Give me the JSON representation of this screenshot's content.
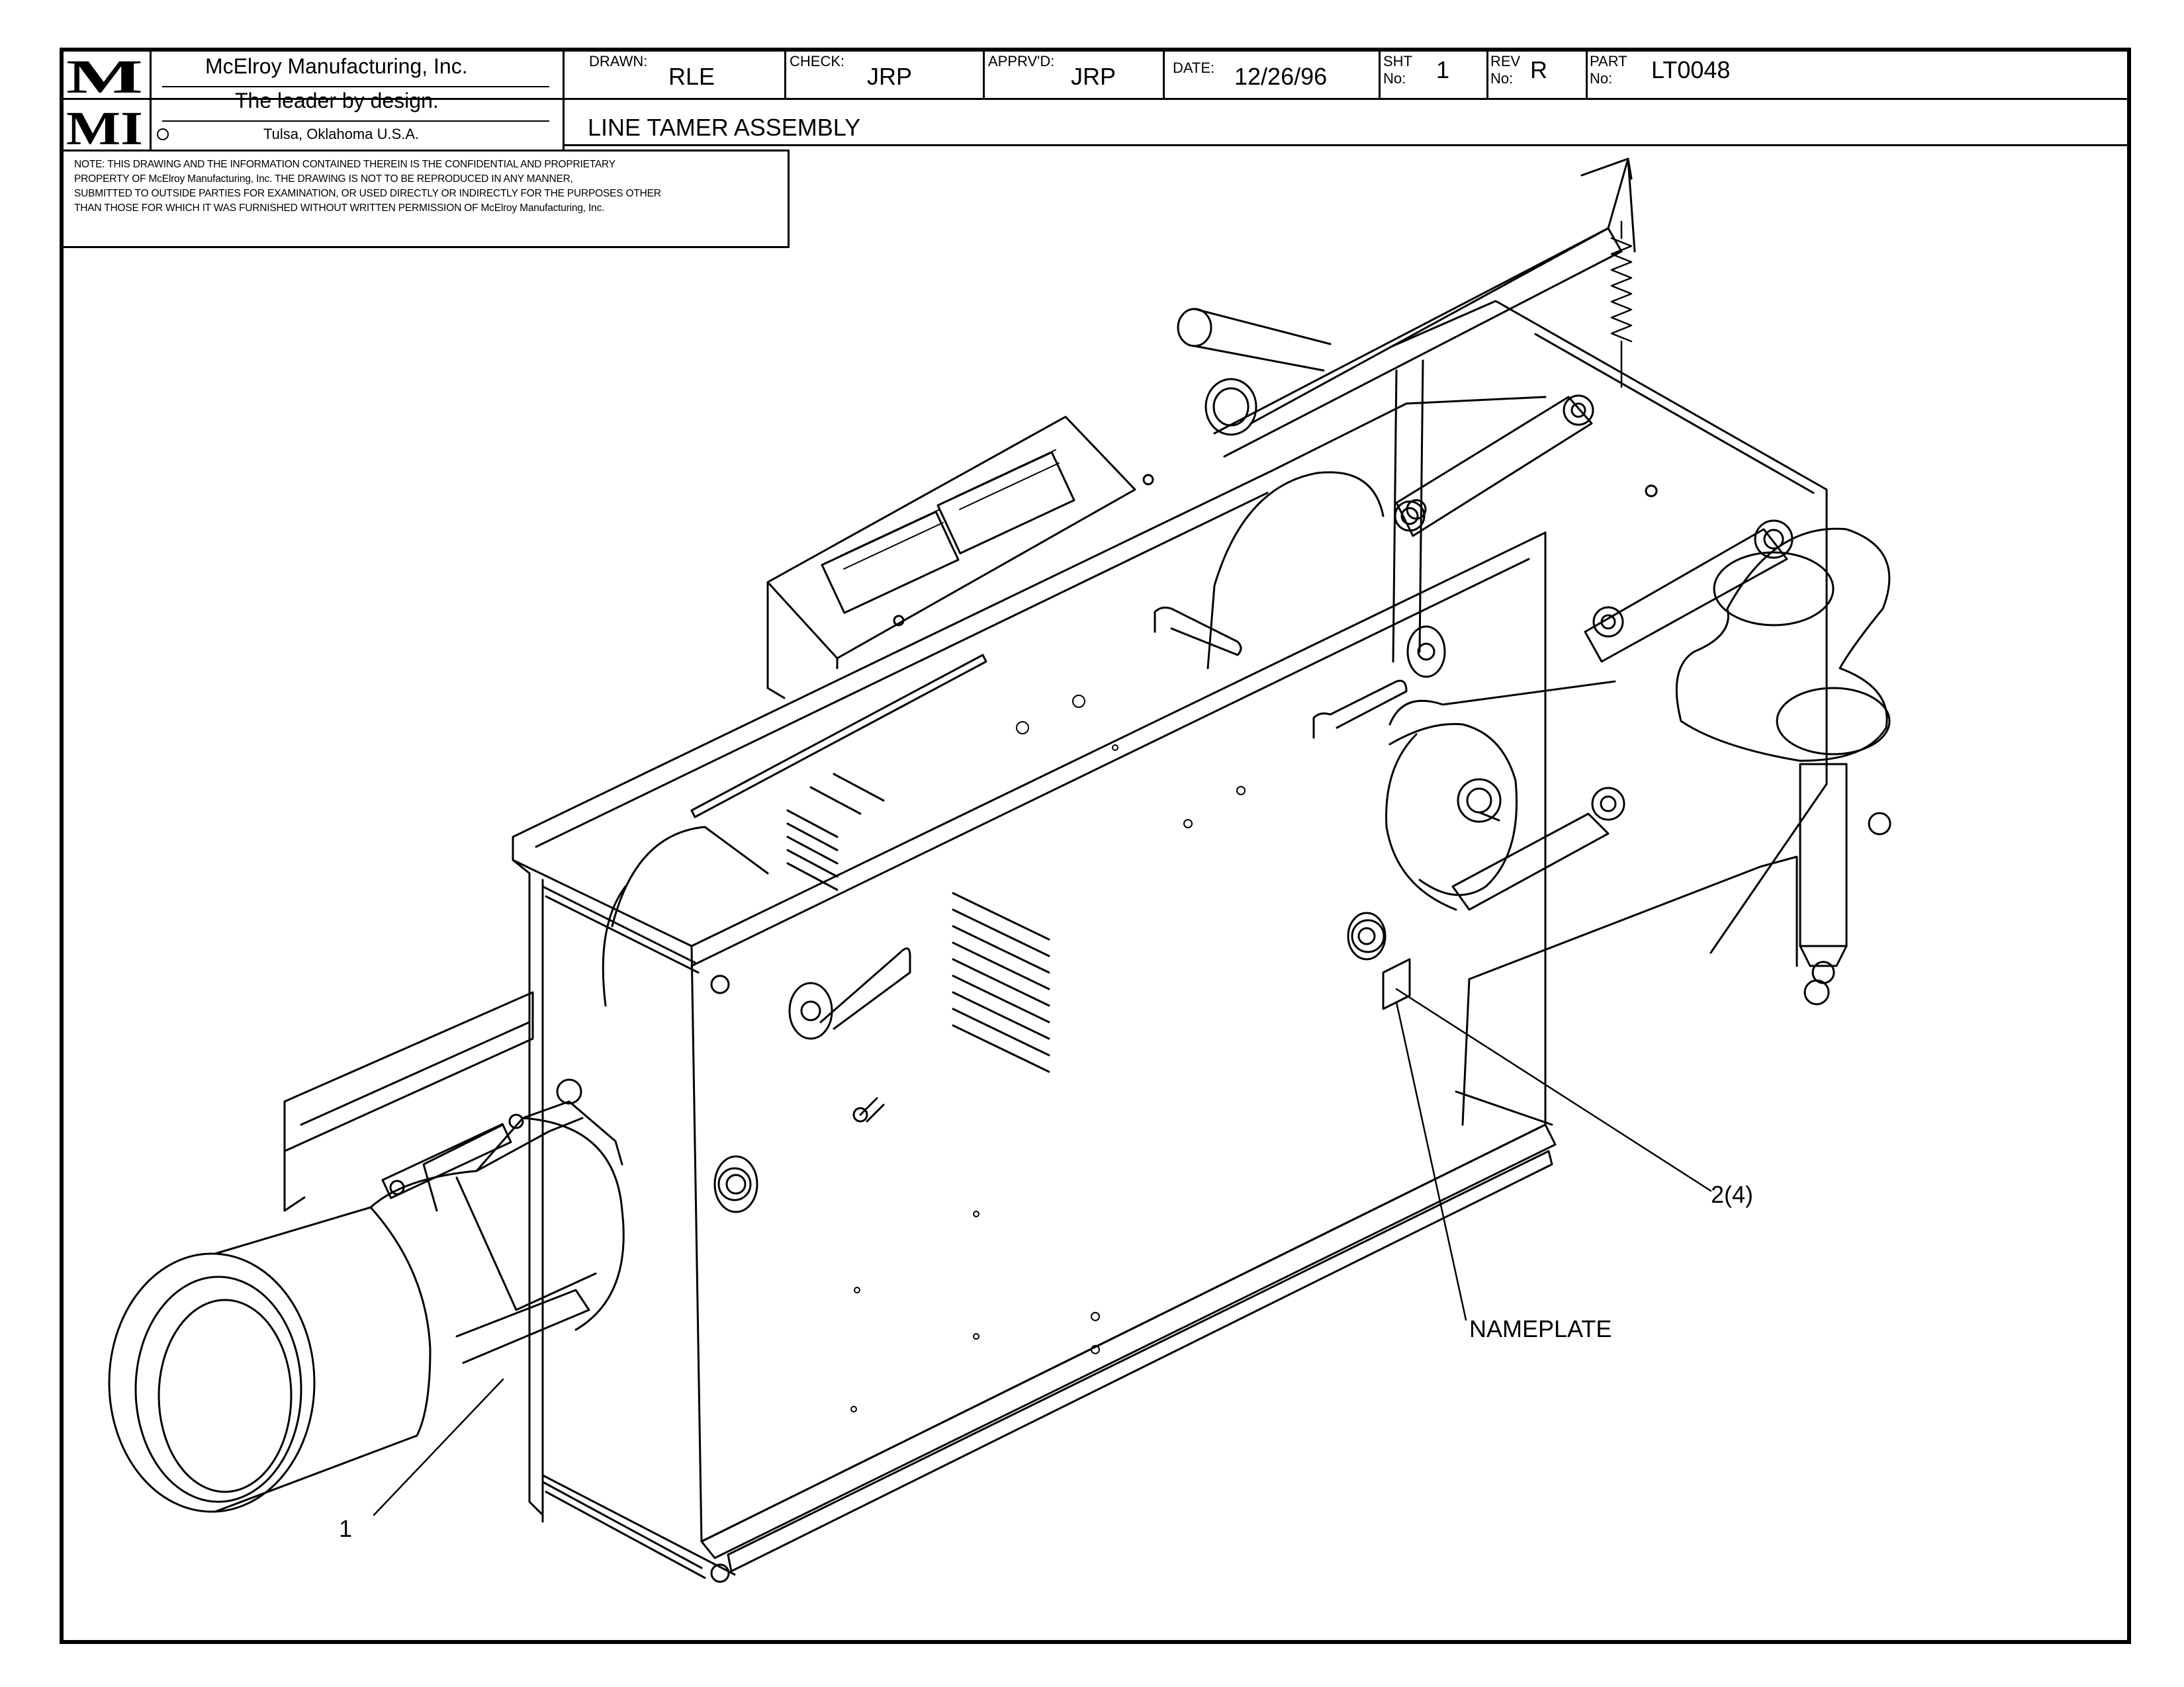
{
  "company": {
    "logo_text": "MMI",
    "name": "McElroy Manufacturing, Inc.",
    "slogan": "The leader by design.",
    "location": "Tulsa, Oklahoma U.S.A."
  },
  "title_block": {
    "drawn_label": "DRAWN:",
    "drawn_value": "RLE",
    "check_label": "CHECK:",
    "check_value": "JRP",
    "apprvd_label": "APPRV'D:",
    "apprvd_value": "JRP",
    "date_label": "DATE:",
    "date_value": "12/26/96",
    "sht_label_1": "SHT",
    "sht_label_2": "No:",
    "sht_value": "1",
    "rev_label_1": "REV",
    "rev_label_2": "No:",
    "rev_value": "R",
    "part_label_1": "PART",
    "part_label_2": "No:",
    "part_value": "LT0048",
    "drawing_title": "LINE TAMER ASSEMBLY"
  },
  "note": {
    "line1": "NOTE: THIS DRAWING AND THE INFORMATION CONTAINED THEREIN IS THE CONFIDENTIAL AND PROPRIETARY",
    "line2": "PROPERTY OF McElroy Manufacturing, Inc. THE DRAWING IS NOT TO BE REPRODUCED IN ANY MANNER,",
    "line3": "SUBMITTED TO OUTSIDE PARTIES FOR EXAMINATION, OR USED DIRECTLY OR INDIRECTLY FOR THE PURPOSES OTHER",
    "line4": "THAN THOSE FOR WHICH IT WAS FURNISHED WITHOUT WRITTEN PERMISSION OF McElroy Manufacturing, Inc."
  },
  "callouts": {
    "item_1": "1",
    "item_2": "2(4)",
    "nameplate": "NAMEPLATE"
  },
  "colors": {
    "ink": "#000000",
    "paper": "#ffffff"
  }
}
